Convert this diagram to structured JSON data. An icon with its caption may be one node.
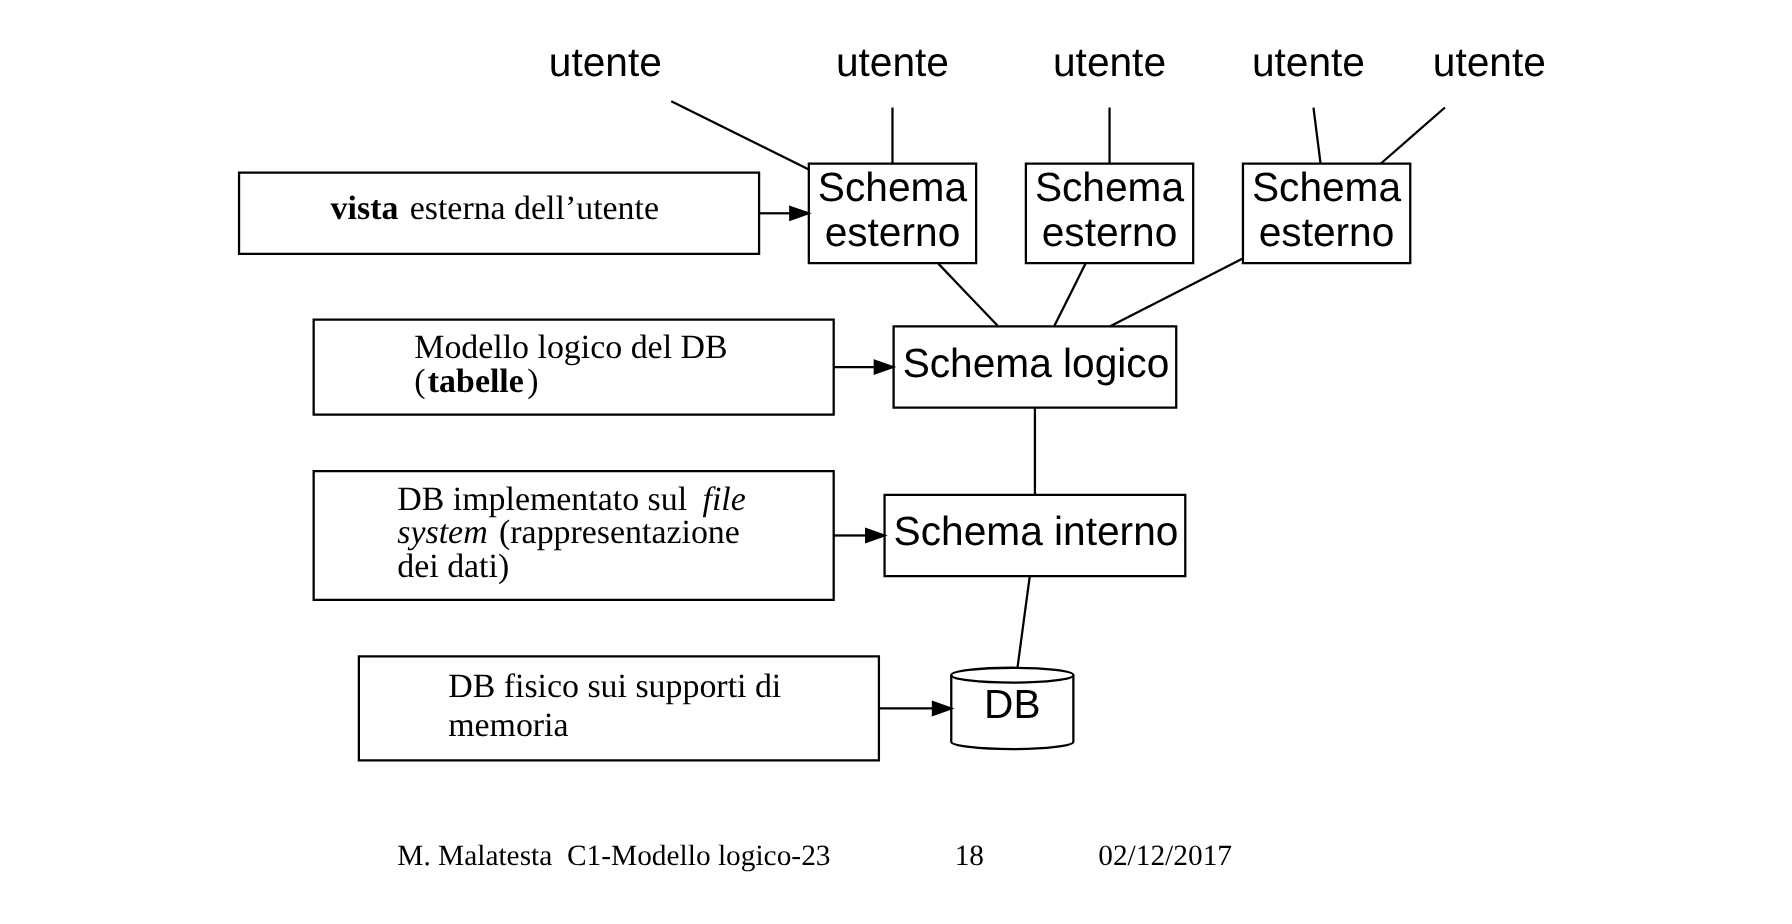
{
  "diagram": {
    "nodes": [
      {
        "text": [
          "**vista** esterna dell’utente"
        ]
      },
      {
        "text": [
          "Modello logico del DB (**tabelle**)"
        ]
      },
      {
        "text": [
          "DB implementato sul *file system* (rappresentazione dei dati)"
        ]
      },
      {
        "text": [
          "DB fisico sui supporti di memoria"
        ]
      },
      {
        "text": [
          "utente"
        ]
      },
      {
        "text": [
          "utente"
        ]
      },
      {
        "text": [
          "utente"
        ]
      },
      {
        "text": [
          "utente"
        ]
      },
      {
        "text": [
          "utente"
        ]
      },
      {
        "text": [
          "Schema esterno"
        ]
      },
      {
        "text": [
          "Schema esterno"
        ]
      },
      {
        "text": [
          "Schema esterno"
        ]
      },
      {
        "text": [
          "Schema logico"
        ]
      },
      {
        "text": [
          "Schema interno"
        ]
      },
      {
        "text": [
          "DB"
        ]
      }
    ],
    "edges": [
      {
        "from": 0,
        "to": 9,
        "arrow": "to"
      },
      {
        "from": 1,
        "to": 12,
        "arrow": "to"
      },
      {
        "from": 2,
        "to": 13,
        "arrow": "to"
      },
      {
        "from": 3,
        "to": 14,
        "arrow": "to"
      },
      {
        "from": 4,
        "to": 9,
        "arrow": "none"
      },
      {
        "from": 5,
        "to": 9,
        "arrow": "none"
      },
      {
        "from": 6,
        "to": 10,
        "arrow": "none"
      },
      {
        "from": 7,
        "to": 11,
        "arrow": "none"
      },
      {
        "from": 8,
        "to": 11,
        "arrow": "none"
      },
      {
        "from": 9,
        "to": 12,
        "arrow": "none"
      },
      {
        "from": 10,
        "to": 12,
        "arrow": "none"
      },
      {
        "from": 11,
        "to": 12,
        "arrow": "none"
      },
      {
        "from": 12,
        "to": 13,
        "arrow": "none"
      },
      {
        "from": 13,
        "to": 14,
        "arrow": "none"
      }
    ],
    "labels": [
      "M. Malatesta  C1-Modello logico-23",
      "18",
      "02/12/2017"
    ]
  }
}
